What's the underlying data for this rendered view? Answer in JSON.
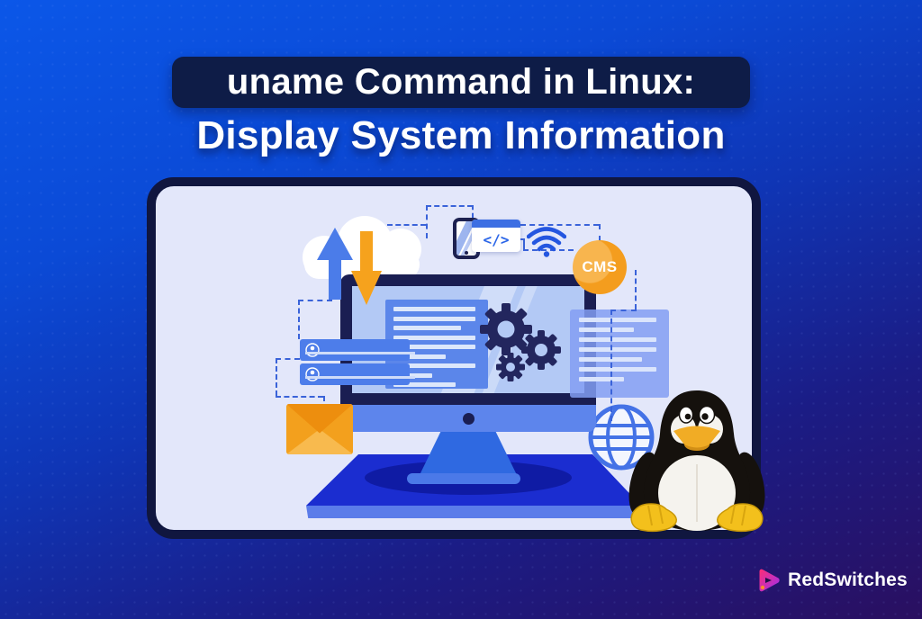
{
  "title": {
    "line1": "uname Command in Linux:",
    "line2": "Display System Information"
  },
  "illustration": {
    "cms_badge": "CMS",
    "code_snippet": "</>",
    "icons": [
      "cloud-icon",
      "upload-arrow-icon",
      "download-arrow-icon",
      "smartphone-icon",
      "code-snippet-icon",
      "wifi-icon",
      "cms-badge",
      "document-panel",
      "gears-icon",
      "info-panel",
      "contact-cards",
      "envelope-icon",
      "globe-icon",
      "desktop-monitor",
      "tux-penguin"
    ]
  },
  "brand": {
    "name": "RedSwitches"
  },
  "colors": {
    "background_top": "#0b57e8",
    "background_bottom": "#2a0f60",
    "title_pill": "#0e1c47",
    "card_background": "#e3e7fa",
    "card_border": "#10163f",
    "accent_orange": "#f49d1e",
    "primary_blue": "#4b7ce9",
    "royal_blue": "#1b2dd0",
    "dark_navy": "#1a1e52",
    "dash_blue": "#3a63d9",
    "logo_pink": "#ff2d75",
    "logo_purple": "#9b2ff0"
  }
}
